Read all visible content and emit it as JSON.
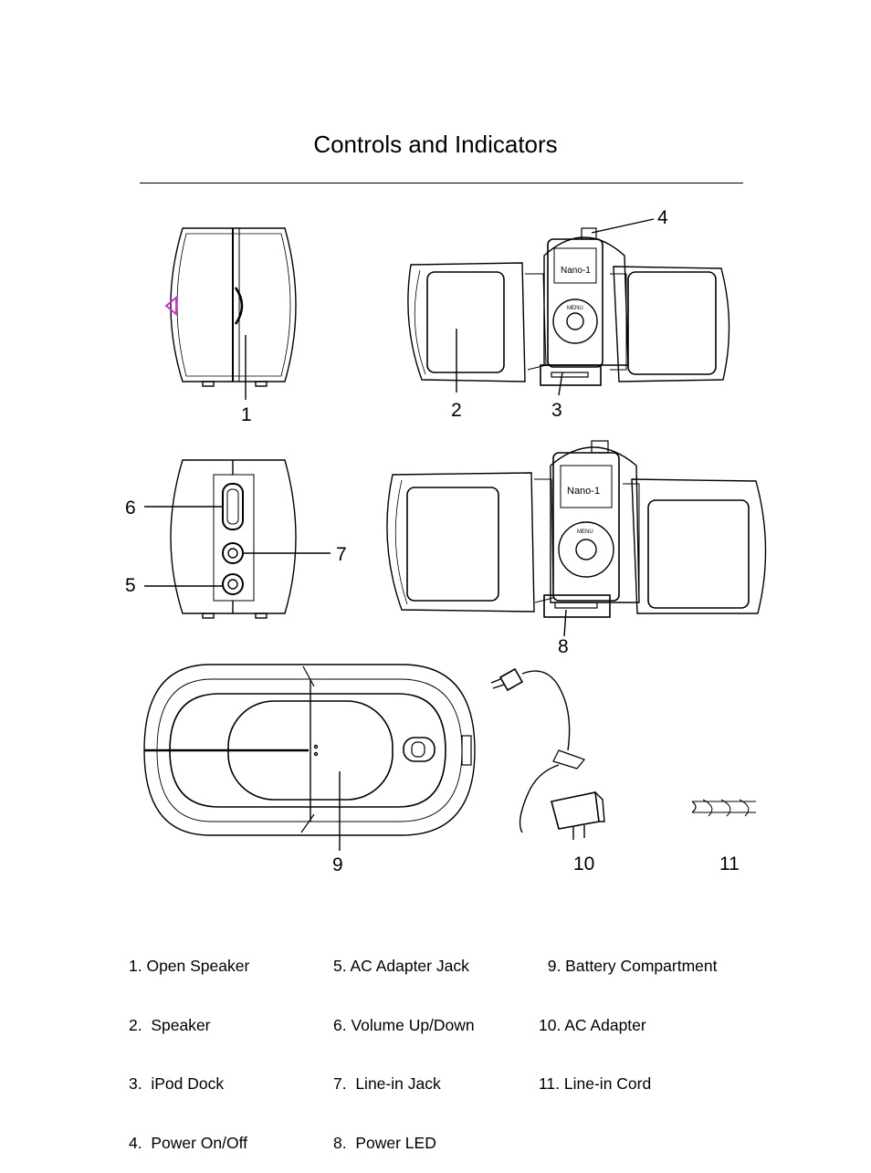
{
  "page": {
    "title": "Controls and Indicators"
  },
  "figure": {
    "callouts": {
      "c1": "1",
      "c2": "2",
      "c3": "3",
      "c4": "4",
      "c5": "5",
      "c6": "6",
      "c7": "7",
      "c8": "8",
      "c9": "9",
      "c10": "10",
      "c11": "11"
    },
    "ipod_screen_text": "Nano-1",
    "ipod_menu_text": "MENU",
    "accent_color": "#cc33cc"
  },
  "legend": {
    "col1": [
      "1. Open Speaker",
      "2.  Speaker",
      "3.  iPod Dock",
      "4.  Power On/Off"
    ],
    "col2": [
      "5. AC Adapter Jack",
      "6. Volume Up/Down",
      "7.  Line-in Jack",
      "8.  Power LED"
    ],
    "col3": [
      "  9. Battery Compartment",
      "10. AC Adapter",
      "11. Line-in Cord"
    ]
  }
}
